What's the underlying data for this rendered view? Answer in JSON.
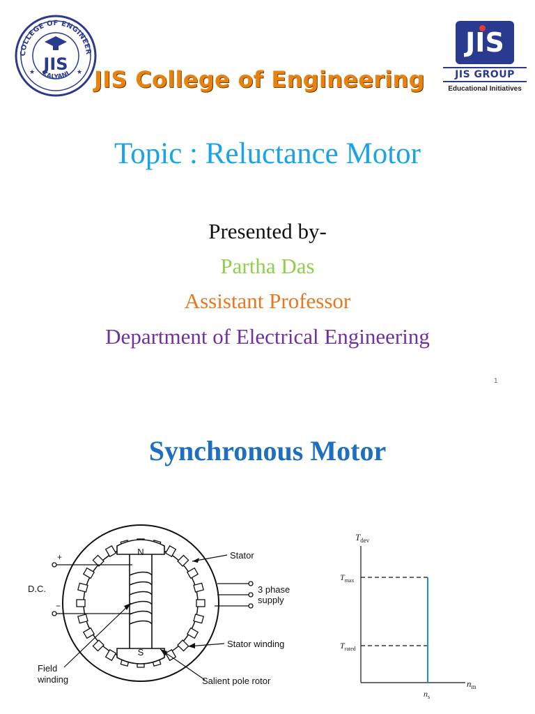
{
  "slide1": {
    "logo_left": {
      "ring_text": "JIS COLLEGE OF ENGINEERING",
      "bottom_text": "KALYANI",
      "monogram": "JIS"
    },
    "college_name": "JIS College of Engineering",
    "logo_right": {
      "monogram": "JIS",
      "group": "JIS GROUP",
      "tagline": "Educational Initiatives"
    },
    "topic": "Topic : Reluctance Motor",
    "presented_by": "Presented by-",
    "presenter_name": "Partha Das",
    "designation": "Assistant Professor",
    "department": "Department of Electrical Engineering",
    "page_number": "1"
  },
  "slide2": {
    "title": "Synchronous Motor",
    "diagram": {
      "stator": "Stator",
      "supply_line1": "3 phase",
      "supply_line2": "supply",
      "dc": "D.C.",
      "plus": "+",
      "minus": "−",
      "north": "N",
      "south": "S",
      "stator_winding": "Stator winding",
      "field_line1": "Field",
      "field_line2": "winding",
      "rotor": "Salient pole rotor"
    },
    "graph": {
      "y_axis": "T",
      "y_axis_sub": "dev",
      "x_axis": "n",
      "x_axis_sub": "m",
      "t_max": "T",
      "t_max_sub": "max",
      "t_rated": "T",
      "t_rated_sub": "rated",
      "n_s": "n",
      "n_s_sub": "s"
    }
  }
}
